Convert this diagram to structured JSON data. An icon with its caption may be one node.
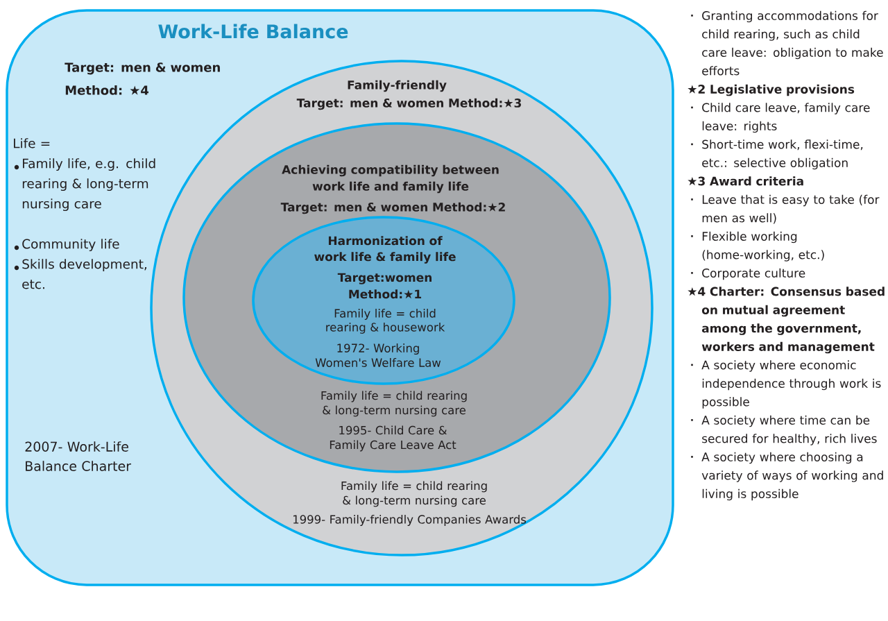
{
  "diagram": {
    "title": "Work-Life Balance",
    "nodes": [
      {
        "text": [
          "Target: men & women Method: ★4",
          "Life =",
          "Family life, e.g. child rearing & long-term nursing care",
          "Community life",
          "Skills development, etc.",
          "2007- Work-Life Balance Charter"
        ]
      },
      {
        "text": [
          "Family-friendly",
          "Target: men & women Method:★3",
          "Family life = child rearing & long-term nursing care",
          "1999- Family-friendly Companies Awards"
        ],
        "in": 0
      },
      {
        "text": [
          "Achieving compatibility between work life and family life",
          "Target: men & women Method:★2",
          "Family life = child rearing & long-term nursing care",
          "1995- Child Care & Family Care Leave Act"
        ],
        "in": 1
      },
      {
        "text": [
          "Harmonization of work life & family life",
          "Target:women Method:★1",
          "Family life = child rearing & housework",
          "1972- Working Women's Welfare Law"
        ],
        "in": 2
      }
    ],
    "labels": [
      "Granting accommodations for child rearing, such as child care leave: obligation to make efforts",
      "★2 Legislative provisions",
      "Child care leave, family care leave: rights",
      "Short-time work, flexi-time, etc.: selective obligation",
      "★3 Award criteria",
      "Leave that is easy to take (for men as well)",
      "Flexible working (home-working, etc.)",
      "Corporate culture",
      "★4 Charter: Consensus based on mutual agreement among the government, workers and management",
      "A society where economic independence through work is possible",
      "A society where time can be secured for healthy, rich lives",
      "A society where choosing a variety of ways of working and living is possible"
    ]
  }
}
